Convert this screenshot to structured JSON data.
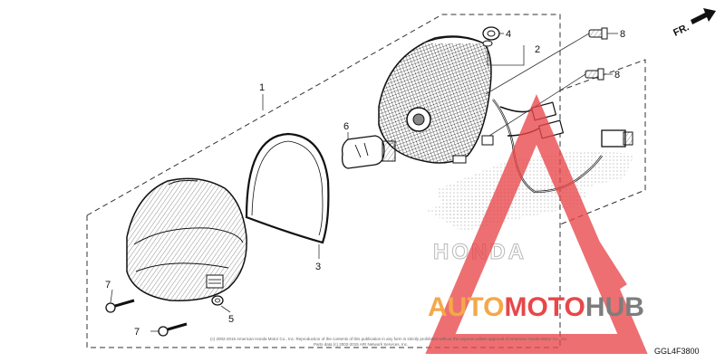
{
  "diagram": {
    "direction_label": "FR.",
    "part_code": "GGL4F3800",
    "callouts": {
      "c1": "1",
      "c2": "2",
      "c3": "3",
      "c4": "4",
      "c5": "5",
      "c6": "6",
      "c7a": "7",
      "c7b": "7",
      "c8a": "8",
      "c8b": "8"
    },
    "copyright_line1": "(c) 2002-2015 American Honda Motor Co., Inc. Reproduction of the contents of this publication in any form is strictly prohibited without the express written approval of American Honda Motor Co., Inc.",
    "copyright_line2": "Parts data (c) 2002-2015 ARI Network Services, Inc."
  },
  "watermark": {
    "brand_part1": "AUTO",
    "brand_part2": "MOTO",
    "brand_part3": "HUB",
    "background_logo": "HONDA",
    "colors": {
      "red": "#e8474a",
      "orange": "#f4a84a",
      "gray": "#7d7d7d"
    }
  }
}
